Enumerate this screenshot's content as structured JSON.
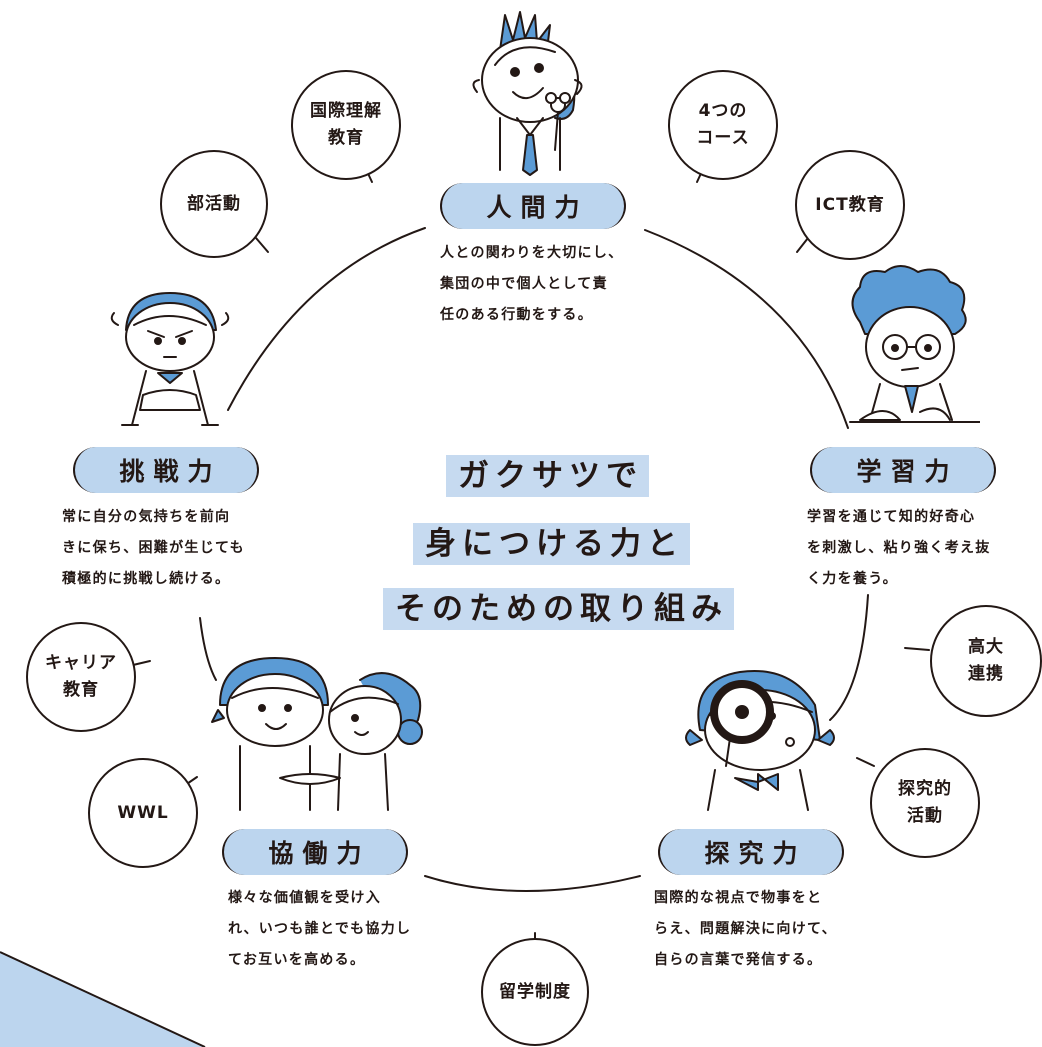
{
  "center_title": {
    "line1": "ガクサツで",
    "line2": "身につける力と",
    "line3": "そのための取り組み"
  },
  "competencies": {
    "ningen": {
      "label": "人間力",
      "desc": "人との関わりを大切にし、\n集団の中で個人として責\n任のある行動をする。"
    },
    "gakushu": {
      "label": "学習力",
      "desc": "学習を通じて知的好奇心\nを刺激し、粘り強く考え抜\nく力を養う。"
    },
    "tankyu": {
      "label": "探究力",
      "desc": "国際的な視点で物事をと\nらえ、問題解決に向けて、\n自らの言葉で発信する。"
    },
    "kyodo": {
      "label": "協働力",
      "desc": "様々な価値観を受け入\nれ、いつも誰とでも協力し\nてお互いを高める。"
    },
    "chosen": {
      "label": "挑戦力",
      "desc": "常に自分の気持ちを前向\nきに保ち、困難が生じても\n積極的に挑戦し続ける。"
    }
  },
  "initiatives": {
    "kokusai": "国際理解\n教育",
    "bukatsu": "部活動",
    "course": "4つの\nコース",
    "ict": "ICT教育",
    "kodai": "高大\n連携",
    "tankyu_katsudo": "探究的\n活動",
    "ryugaku": "留学制度",
    "wwl": "WWL",
    "career": "キャリア\n教育"
  },
  "colors": {
    "accent_blue": "#bcd5ee",
    "title_bg": "#c6daf0",
    "ink": "#231815",
    "hair_blue": "#5b9bd5"
  }
}
